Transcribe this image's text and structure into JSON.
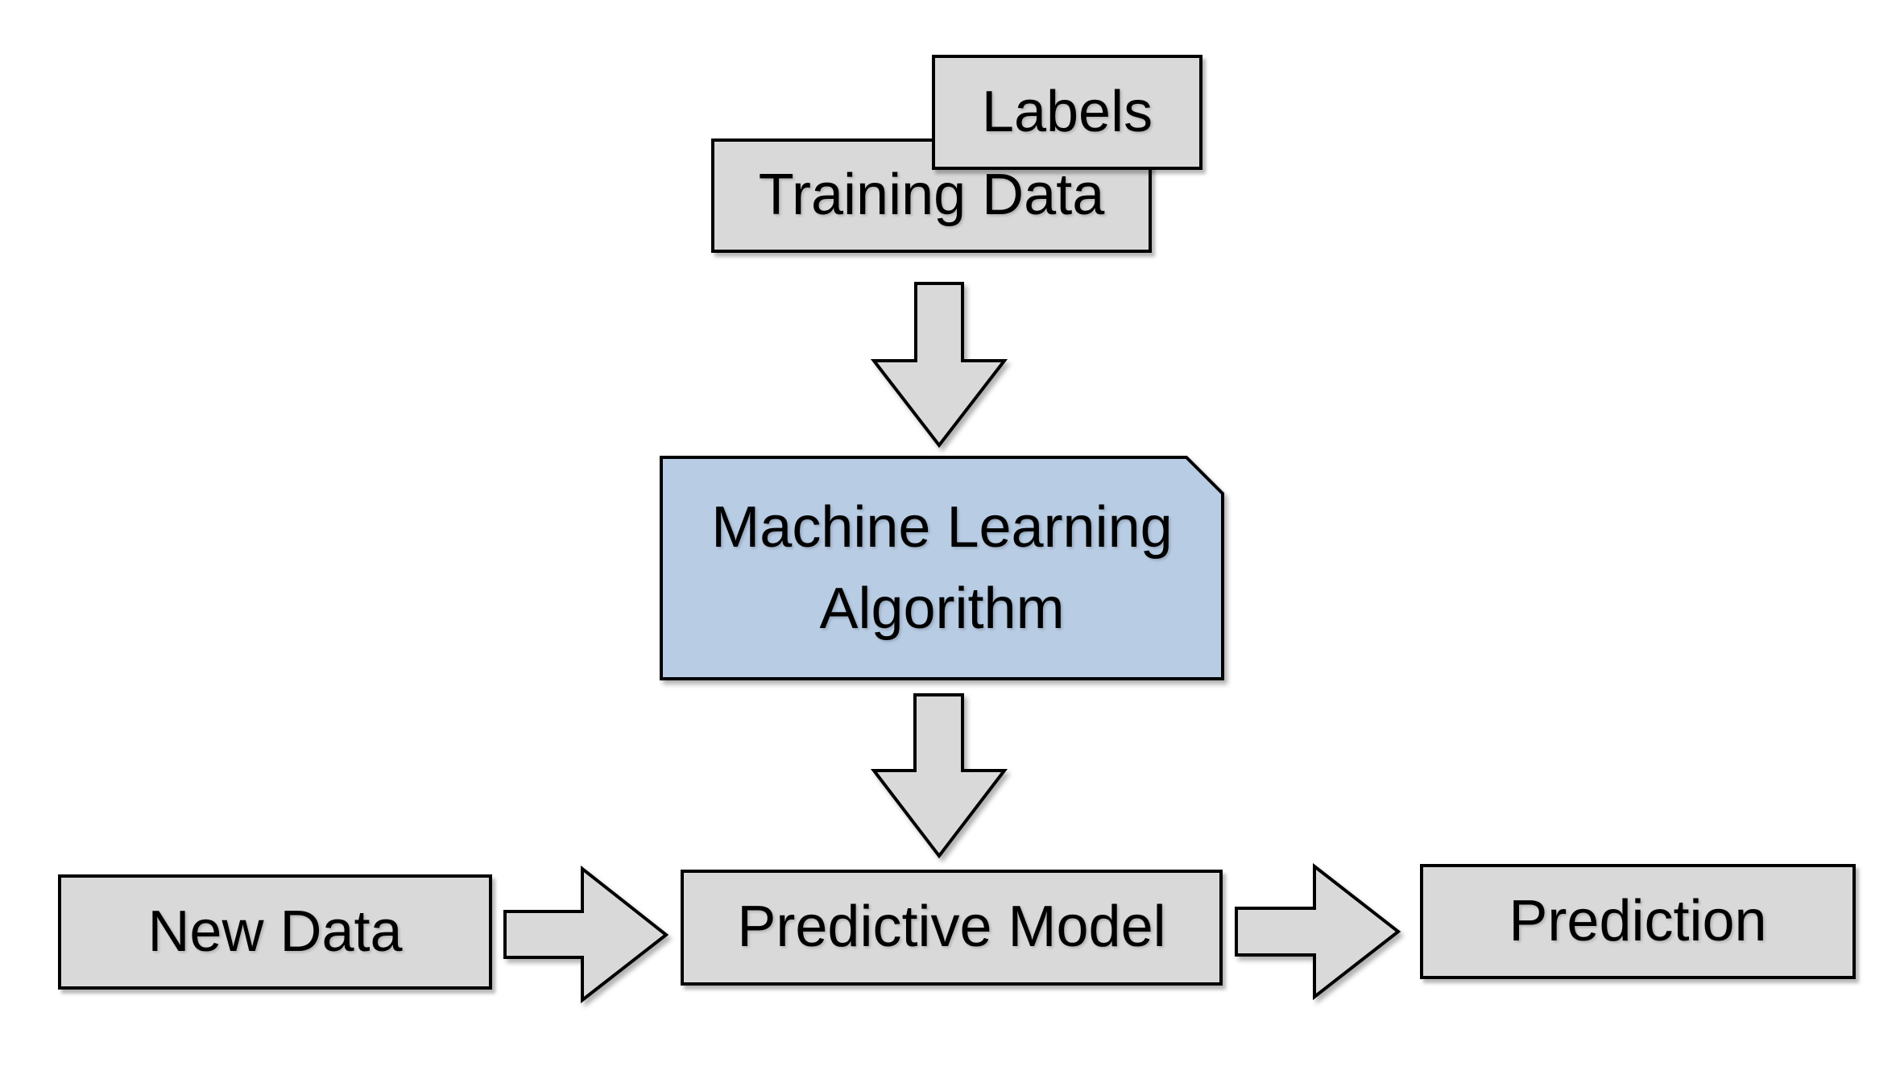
{
  "diagram": {
    "type": "flowchart",
    "nodes": {
      "labels": {
        "label": "Labels"
      },
      "training_data": {
        "label": "Training Data"
      },
      "ml_algorithm": {
        "line1": "Machine Learning",
        "line2": "Algorithm"
      },
      "new_data": {
        "label": "New Data"
      },
      "predictive_model": {
        "label": "Predictive Model"
      },
      "prediction": {
        "label": "Prediction"
      }
    },
    "connections": [
      {
        "from": "training_data_and_labels",
        "to": "ml_algorithm",
        "direction": "down"
      },
      {
        "from": "ml_algorithm",
        "to": "predictive_model",
        "direction": "down"
      },
      {
        "from": "new_data",
        "to": "predictive_model",
        "direction": "right"
      },
      {
        "from": "predictive_model",
        "to": "prediction",
        "direction": "right"
      }
    ],
    "colors": {
      "background": "#ffffff",
      "box_fill": "#d9d9d9",
      "highlight_fill": "#b8cce4",
      "border": "#000000",
      "text": "#000000"
    }
  }
}
